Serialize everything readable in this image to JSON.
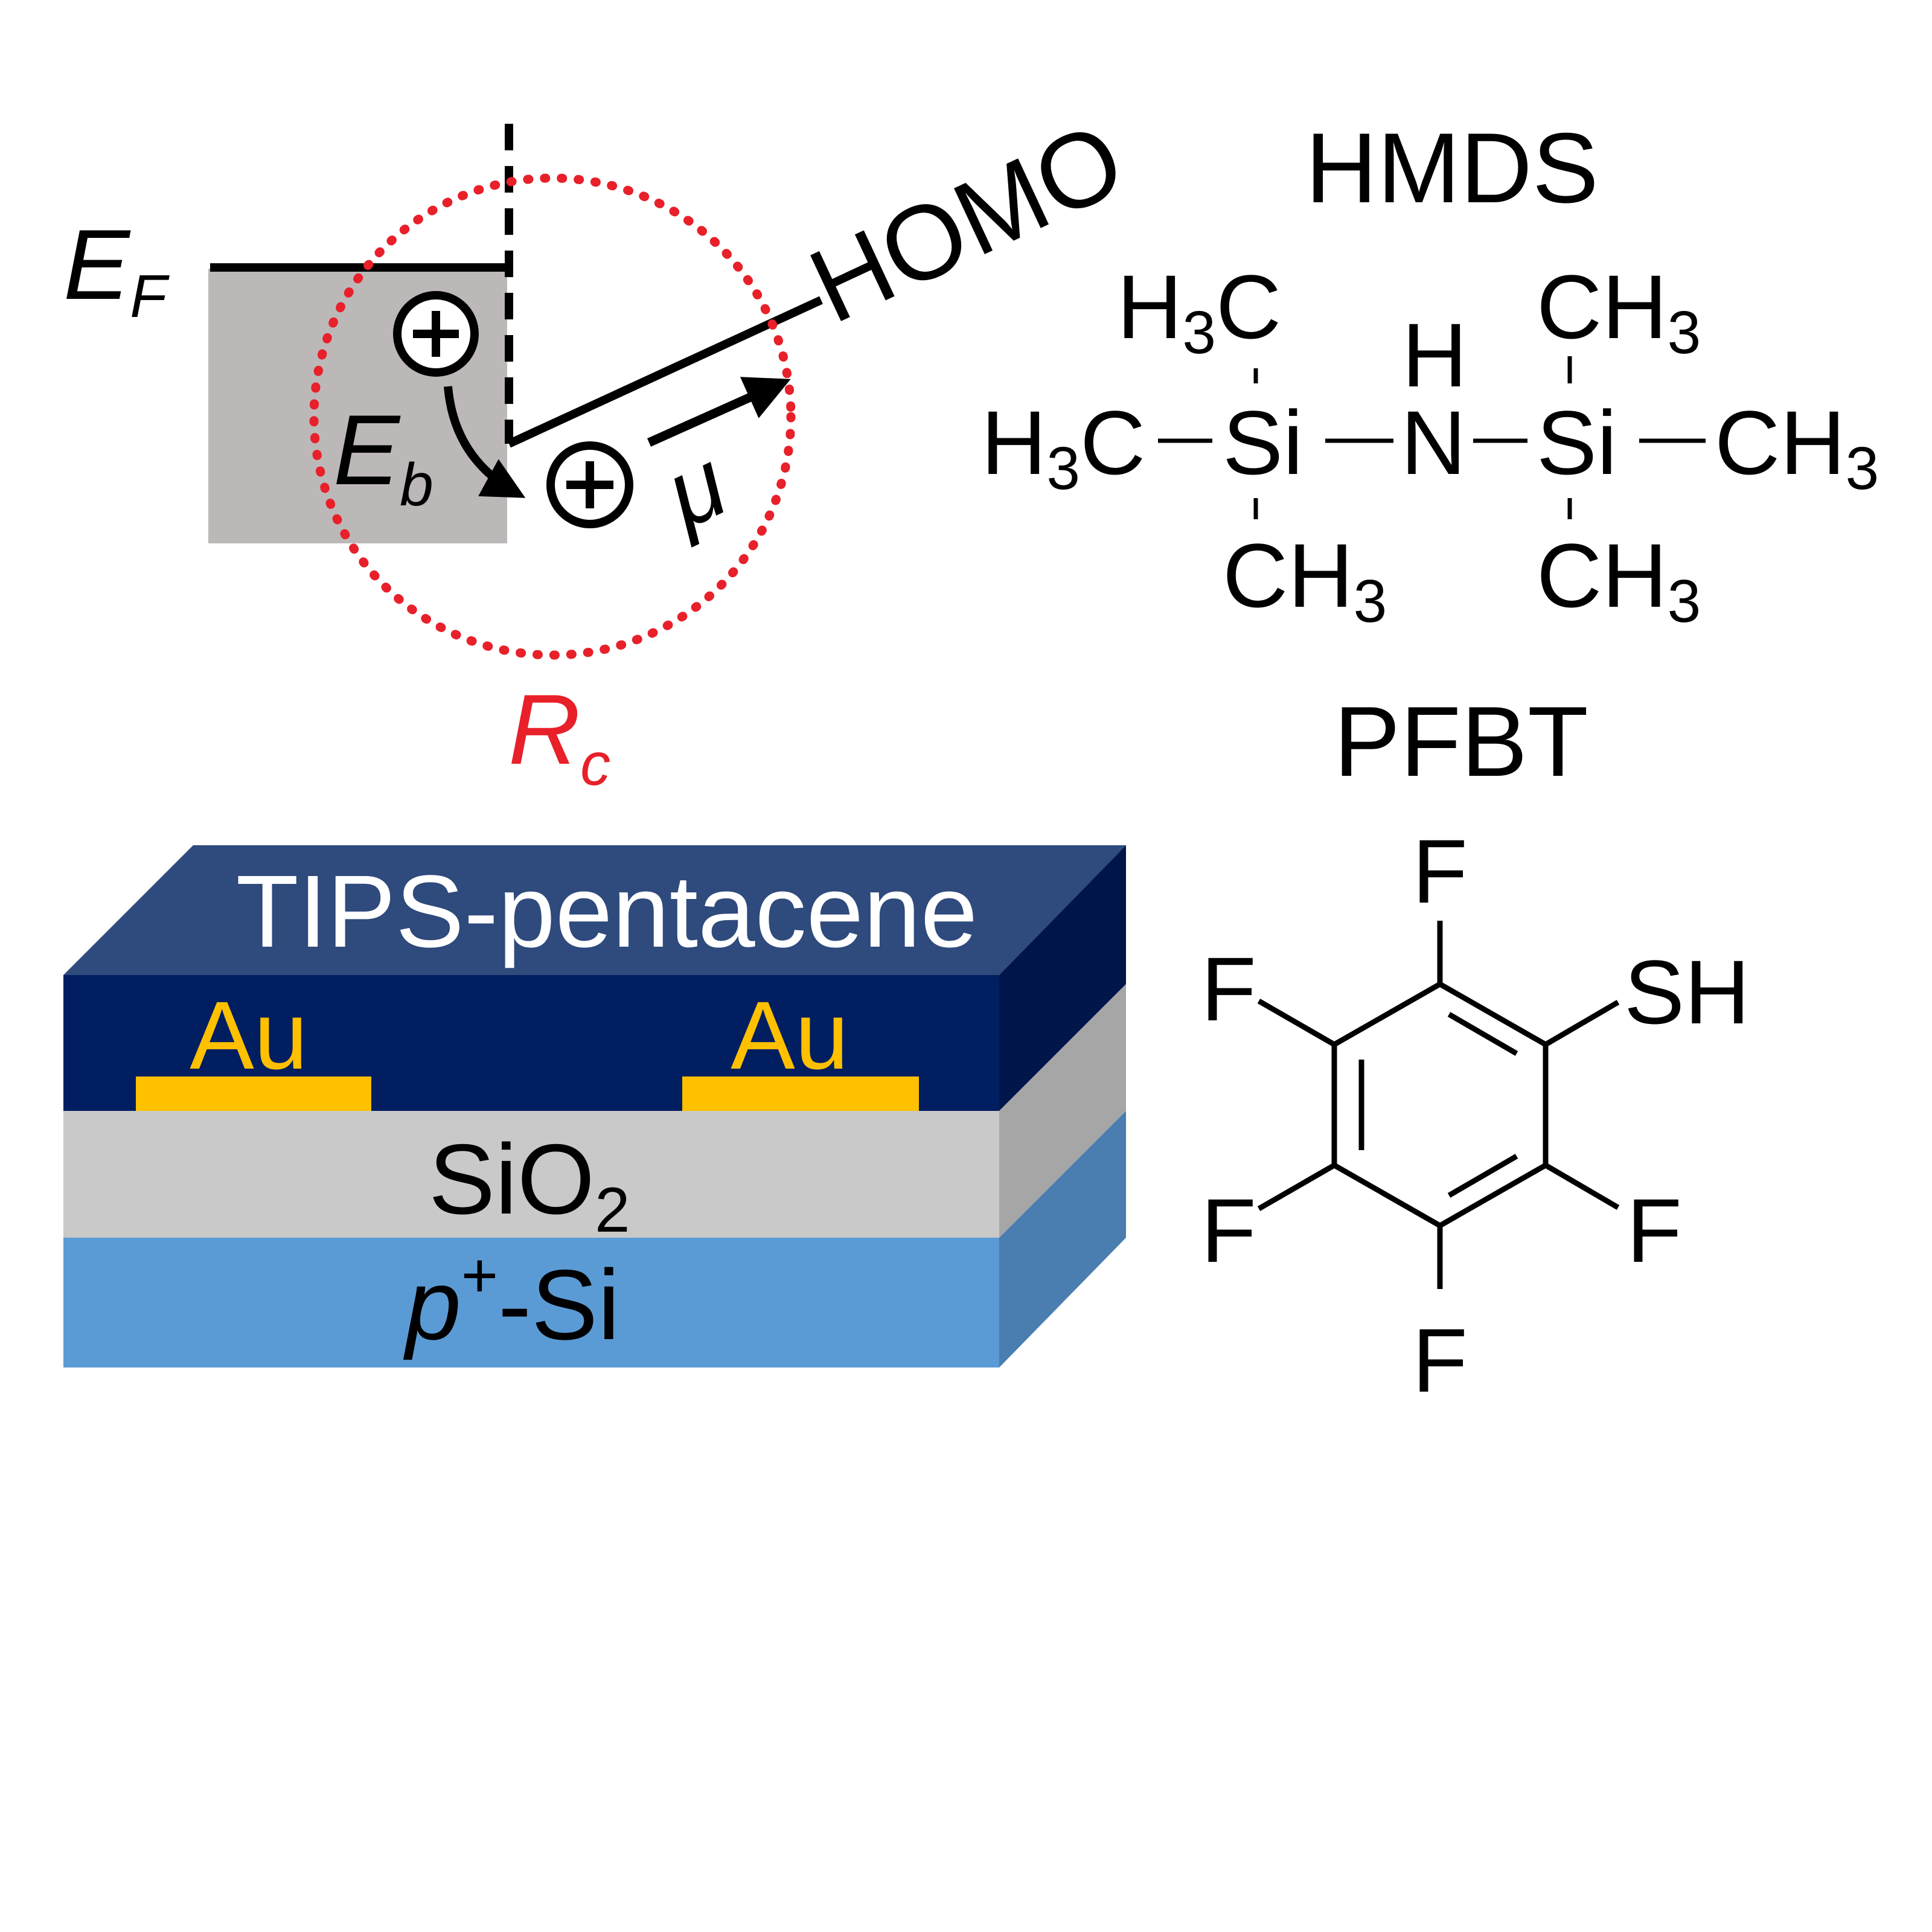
{
  "energy_diagram": {
    "fermi_label": "E",
    "fermi_sub": "F",
    "barrier_label": "E",
    "barrier_sub": "b",
    "mobility_label": "μ",
    "homo_label": "HOMO",
    "contact_label": "R",
    "contact_sub": "c",
    "hole_symbol": "+"
  },
  "device": {
    "semiconductor_label": "TIPS-pentacene",
    "electrode_left_label": "Au",
    "electrode_right_label": "Au",
    "dielectric_label": "SiO",
    "dielectric_sub": "2",
    "substrate_prefix": "p",
    "substrate_sup": "+",
    "substrate_suffix": "-Si"
  },
  "hmds": {
    "title": "HMDS",
    "h3c_top": "H",
    "h3c_top_sub": "3",
    "h3c_top_c": "C",
    "ch3_top": "CH",
    "ch3_top_sub": "3",
    "h_on_n": "H",
    "h3c_left": "H",
    "h3c_left_sub": "3",
    "h3c_left_c": "C",
    "si_left": "Si",
    "n_atom": "N",
    "si_right": "Si",
    "ch3_right": "CH",
    "ch3_right_sub": "3",
    "ch3_bottom_left": "CH",
    "ch3_bottom_left_sub": "3",
    "ch3_bottom_right": "CH",
    "ch3_bottom_right_sub": "3"
  },
  "pfbt": {
    "title": "PFBT",
    "f_top": "F",
    "f_upper_left": "F",
    "f_lower_left": "F",
    "f_bottom": "F",
    "f_lower_right": "F",
    "sh_group": "SH"
  },
  "colors": {
    "contact_circle": "#e8202a",
    "metal_box": "#bdb8b8",
    "semiconductor_front": "#001e60",
    "semiconductor_top": "#2f4a7c",
    "semiconductor_side": "#00154a",
    "gold": "#ffc000",
    "oxide_front": "#c9c9c9",
    "oxide_side": "#a6a6a6",
    "silicon_front": "#5b9bd5",
    "silicon_side": "#4a7db0"
  }
}
